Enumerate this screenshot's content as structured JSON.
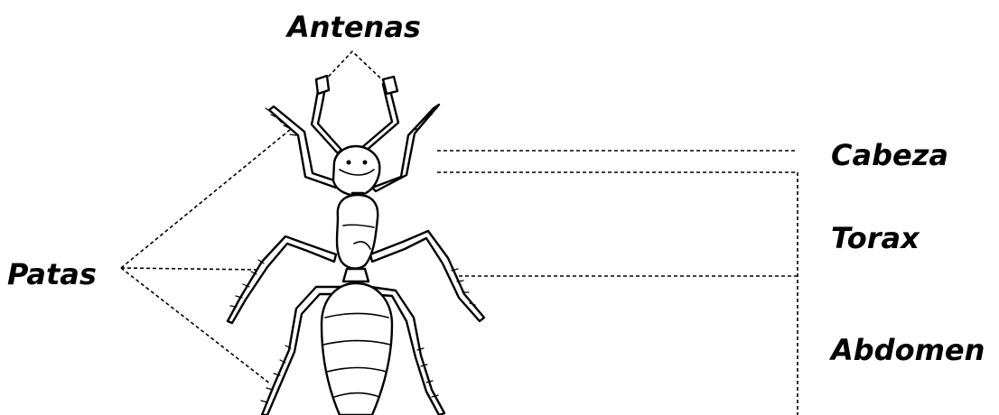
{
  "labels": {
    "antennae": "Antenas",
    "head": "Cabeza",
    "thorax": "Torax",
    "legs": "Patas",
    "abdomen": "Abdomen"
  },
  "colors": {
    "ink": "#000000",
    "background": "#ffffff"
  }
}
